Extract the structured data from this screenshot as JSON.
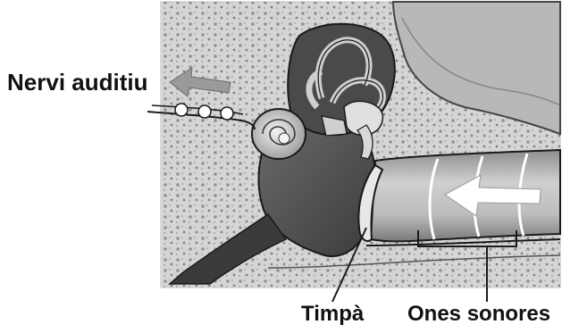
{
  "labels": {
    "auditory_nerve": "Nervi auditiu",
    "eardrum": "Timpà",
    "sound_waves": "Ones sonores"
  },
  "colors": {
    "background": "#ffffff",
    "bone": "#d9d9d9",
    "bone_spots": "#8a8a8a",
    "cavity": "#555555",
    "canal": "#bdbdbd",
    "arrow": "#9a9a9a",
    "arrow_white": "#ffffff",
    "outline": "#1a1a1a"
  }
}
